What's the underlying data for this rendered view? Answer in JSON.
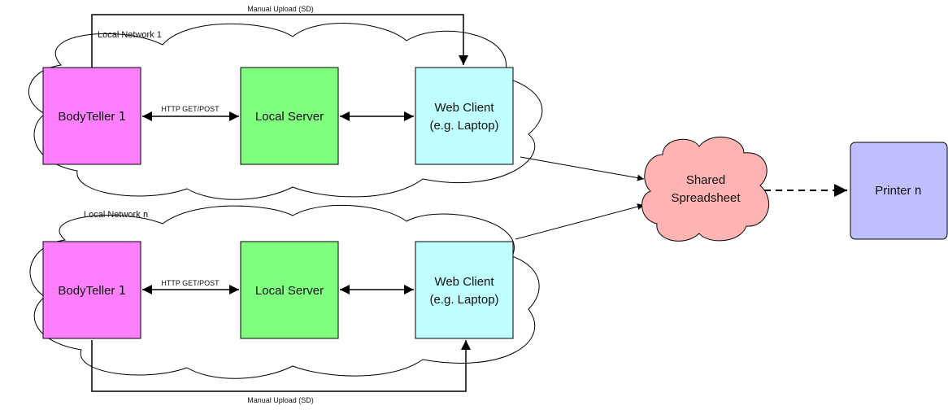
{
  "networks": [
    {
      "label": "Local Network ",
      "label_subscript": "1",
      "device": {
        "name": "BodyTeller ",
        "index": "1"
      },
      "protocol": "HTTP GET/POST",
      "server": "Local Server",
      "client": {
        "line1": "Web Client",
        "line2": "(e.g. Laptop)"
      },
      "manual_upload": "Manual Upload (SD)"
    },
    {
      "label": "Local Network ",
      "label_subscript": "n",
      "device": {
        "name": "BodyTeller ",
        "index": "1"
      },
      "protocol": "HTTP GET/POST",
      "server": "Local Server",
      "client": {
        "line1": "Web Client",
        "line2": "(e.g. Laptop)"
      },
      "manual_upload": "Manual Upload (SD)"
    }
  ],
  "spreadsheet": {
    "line1": "Shared",
    "line2": "Spreadsheet"
  },
  "printer": {
    "name": "Printer ",
    "index": "n"
  },
  "colors": {
    "bodyteller": "#ff80ff",
    "server": "#80ff80",
    "client": "#c0ffff",
    "spreadsheet": "#ffb3b3",
    "printer": "#c0c0ff"
  }
}
